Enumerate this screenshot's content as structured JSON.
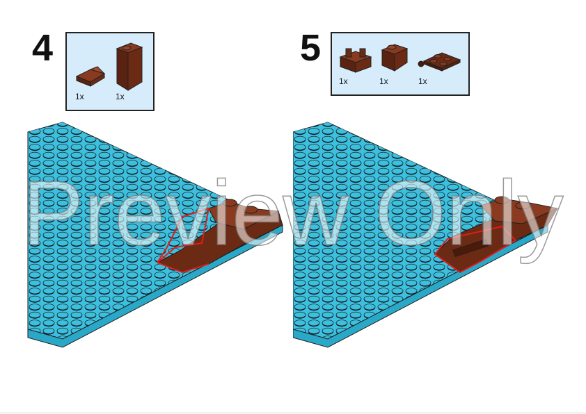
{
  "steps": [
    {
      "number": "4",
      "parts": [
        {
          "qty": "1x",
          "icon": "slope-brick-small-icon"
        },
        {
          "qty": "1x",
          "icon": "slope-brick-tall-icon"
        }
      ]
    },
    {
      "number": "5",
      "parts": [
        {
          "qty": "1x",
          "icon": "hinge-brick-icon"
        },
        {
          "qty": "1x",
          "icon": "slope-brick-icon"
        },
        {
          "qty": "1x",
          "icon": "plate-with-hinge-icon"
        }
      ]
    }
  ],
  "watermark": "Preview Only",
  "colors": {
    "baseplate": "#3cc0e0",
    "brick": "#6b2a14",
    "highlight": "#e21b1b",
    "parts_box_bg": "#d6ecfb"
  }
}
